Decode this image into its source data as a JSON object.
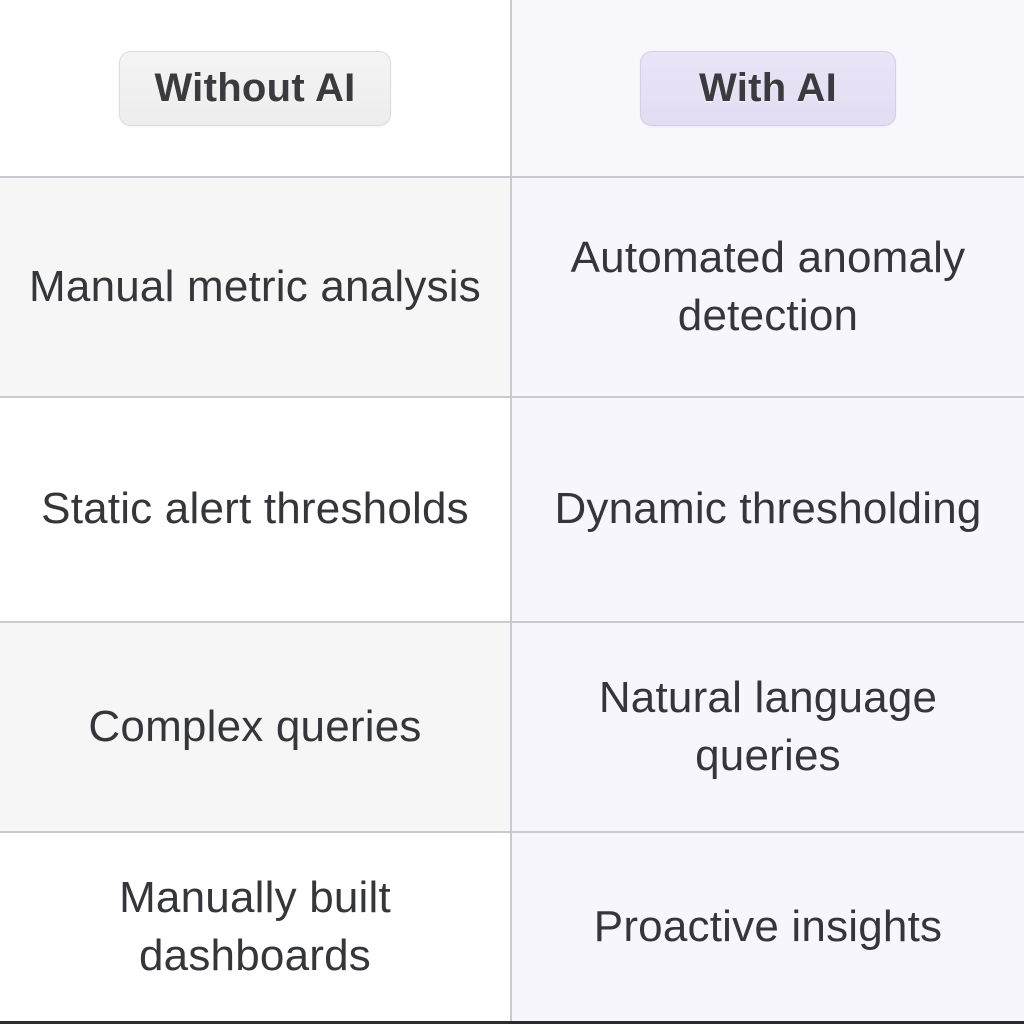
{
  "table": {
    "columns": [
      {
        "id": "without-ai",
        "label": "Without AI",
        "accent": "#ededed"
      },
      {
        "id": "with-ai",
        "label": "With AI",
        "accent": "#e6e0f5"
      }
    ],
    "rows": [
      {
        "without": "Manual metric analysis",
        "with": "Automated anomaly detection"
      },
      {
        "without": "Static alert thresholds",
        "with": "Dynamic thresholding"
      },
      {
        "without": "Complex queries",
        "with": "Natural language queries"
      },
      {
        "without": "Manually built dashboards",
        "with": "Proactive insights"
      }
    ]
  },
  "theme": {
    "text_color": "#35363a",
    "divider_color": "#c9c9cf",
    "left_stripe": "#f6f6f7",
    "right_tint": "#f7f6fc",
    "pill_with_bg": "#e6e0f5",
    "pill_without_bg": "#ededed"
  }
}
